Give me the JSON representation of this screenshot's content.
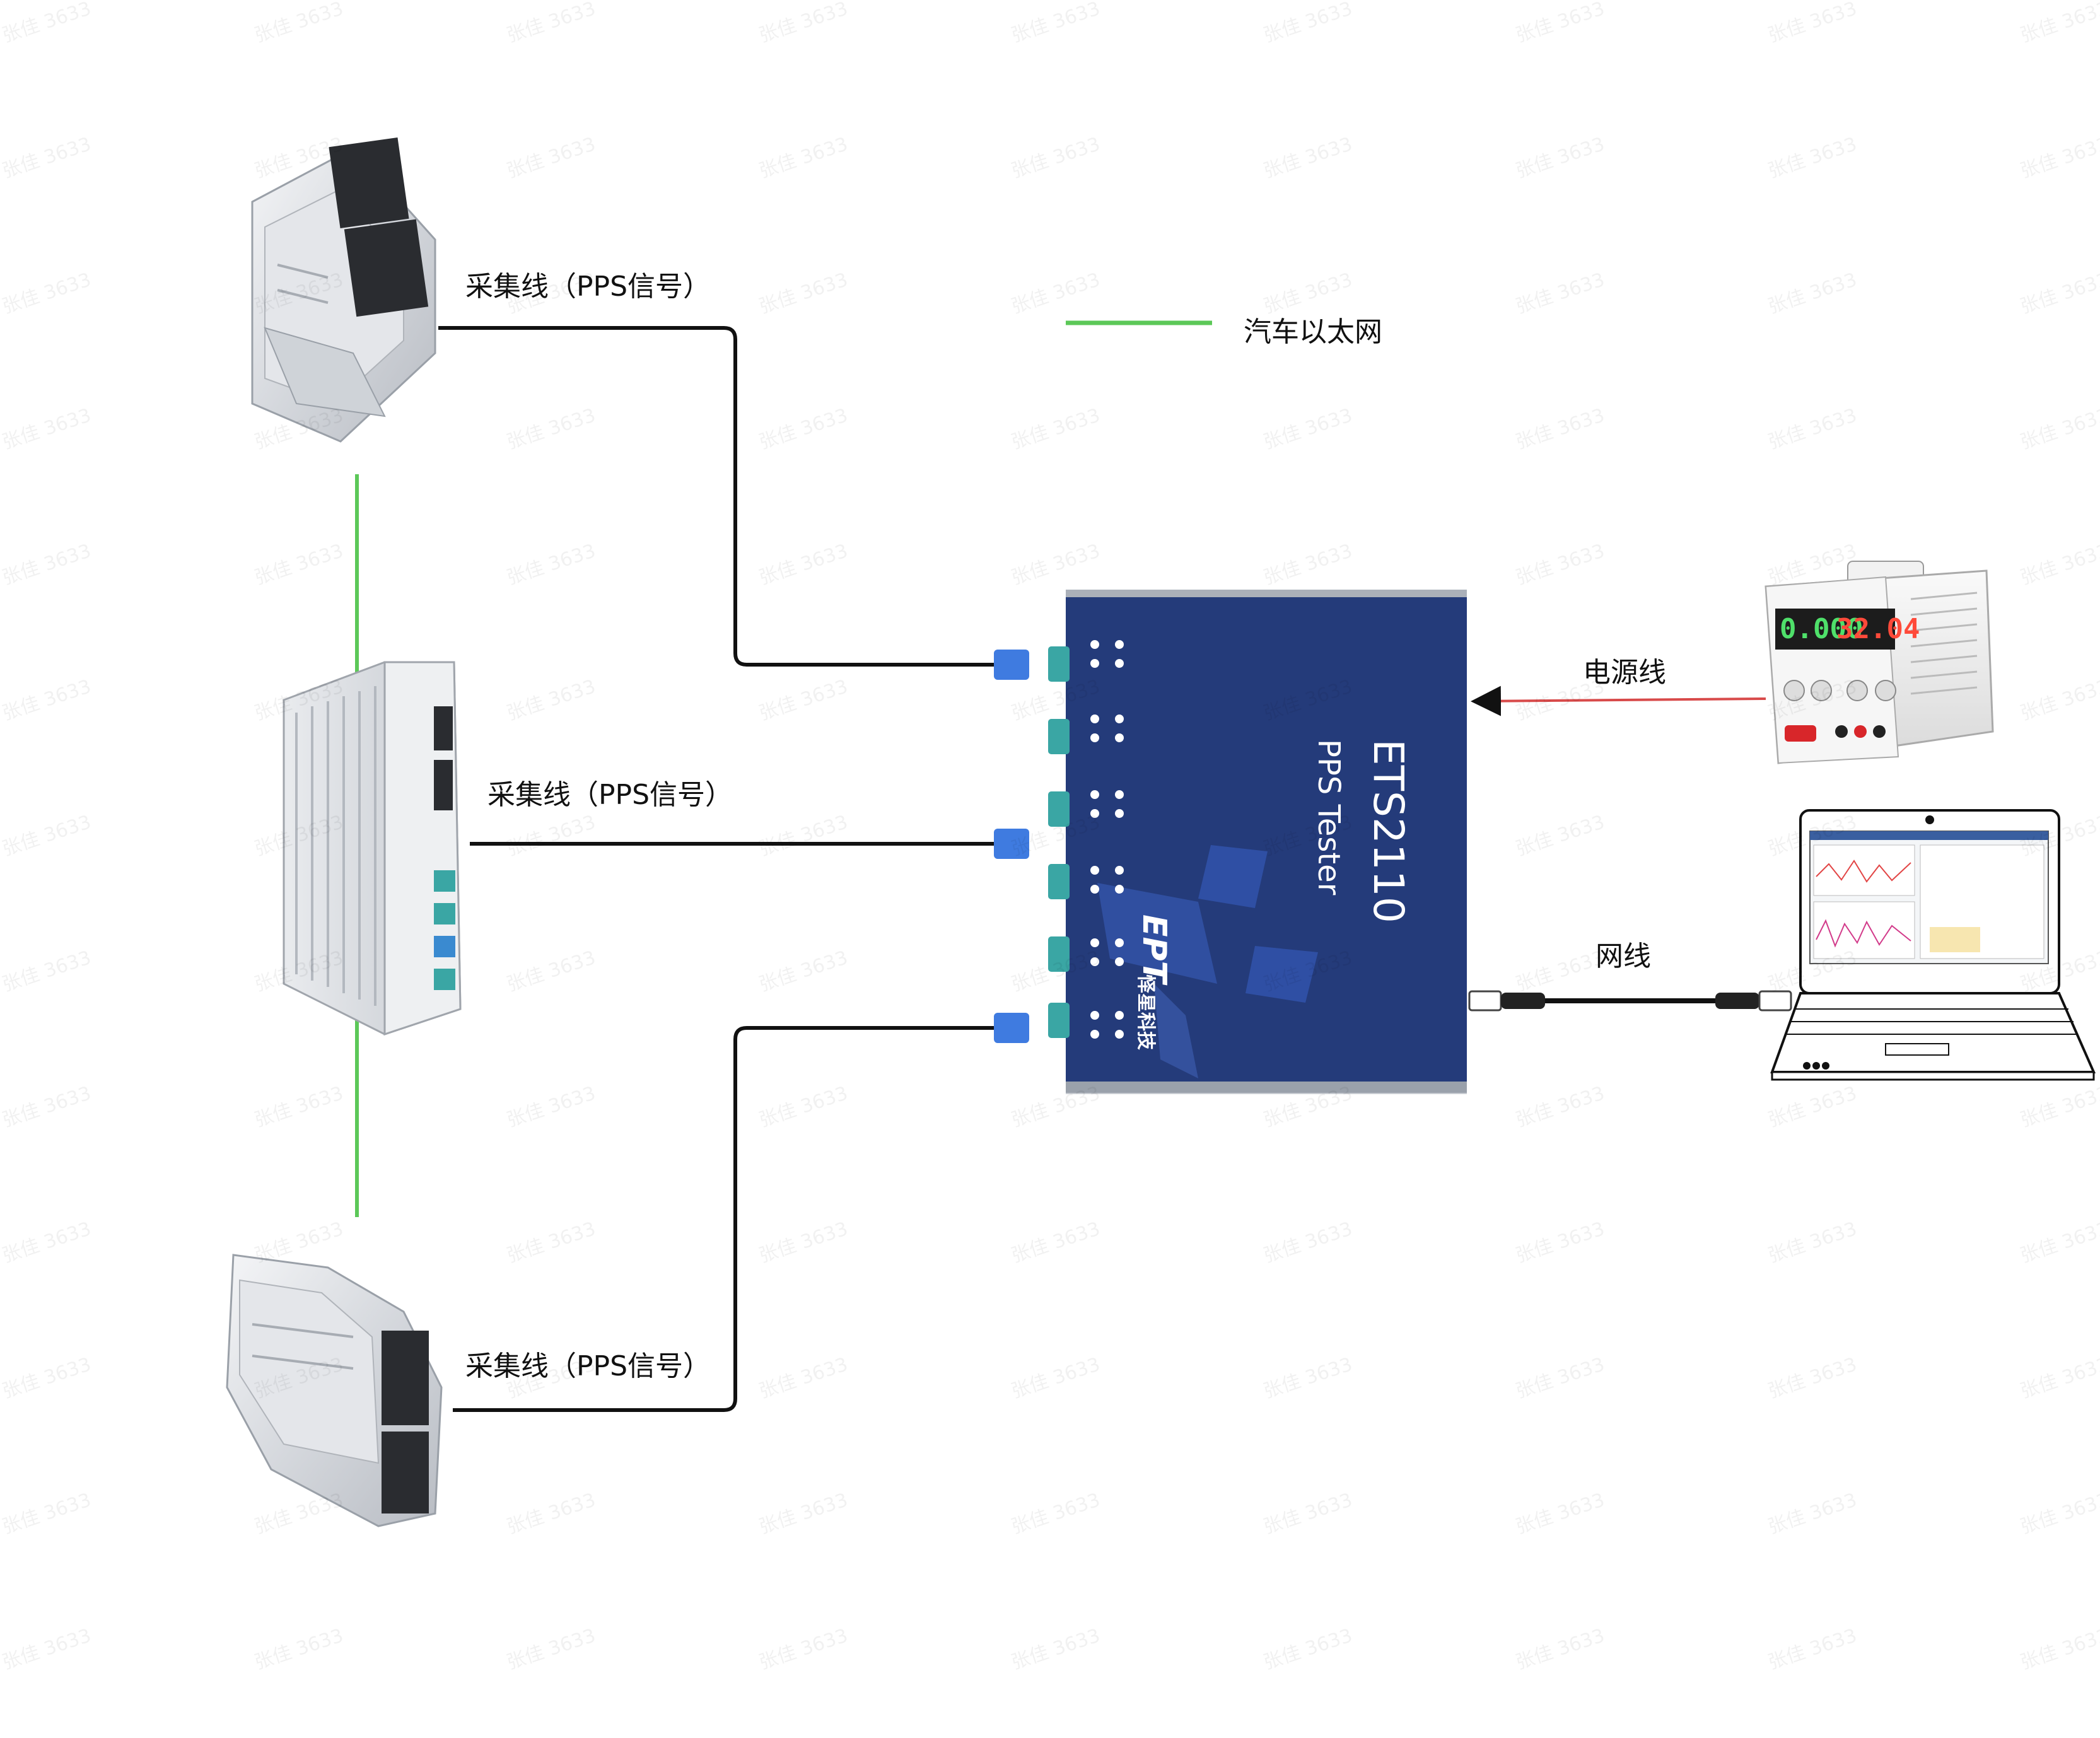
{
  "legend": {
    "label": "汽车以太网",
    "color": "#5cc858"
  },
  "cables": {
    "top_label": "采集线（PPS信号）",
    "middle_label": "采集线（PPS信号）",
    "bottom_label": "采集线（PPS信号）",
    "power_label": "电源线",
    "network_label": "网线"
  },
  "device": {
    "title": "ETS2110",
    "subtitle": "PPS Tester",
    "brand": "EPT",
    "brand_cn": "怿星科技",
    "color": "#243b7a"
  },
  "psu": {
    "left_display": "0.000",
    "right_display": "32.04"
  },
  "watermark": "张佳 3633",
  "icons": {
    "ecu_top": "ecu-module-icon",
    "gateway": "gateway-module-icon",
    "ecu_bottom": "ecu-module-icon",
    "power_supply": "power-supply-icon",
    "laptop": "laptop-icon"
  }
}
